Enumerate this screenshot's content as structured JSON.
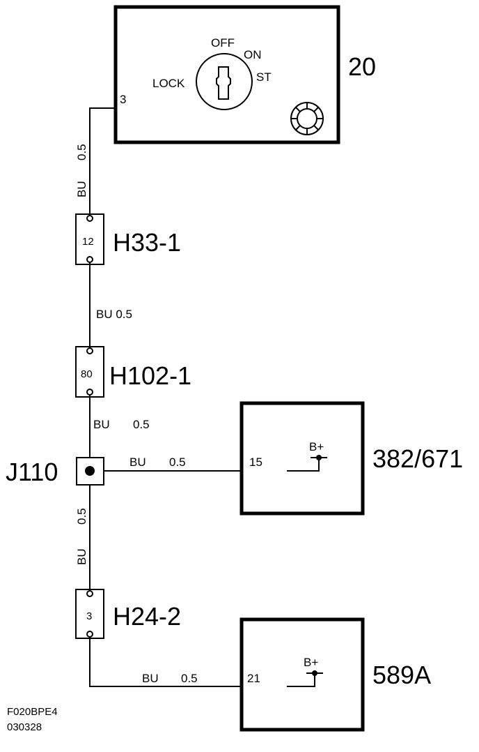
{
  "ignition_switch": {
    "id": "20",
    "pin": "3",
    "positions": {
      "off": "OFF",
      "on": "ON",
      "start": "ST",
      "lock": "LOCK"
    }
  },
  "connectors": {
    "h33": {
      "id": "H33-1",
      "pin": "12"
    },
    "h102": {
      "id": "H102-1",
      "pin": "80"
    },
    "h24": {
      "id": "H24-2",
      "pin": "3"
    }
  },
  "junction": {
    "id": "J110"
  },
  "wire_labels": {
    "w1_color": "BU",
    "w1_size": "0.5",
    "w2": "BU 0.5",
    "w3_color": "BU",
    "w3_size": "0.5",
    "w4_color": "BU",
    "w4_size": "0.5",
    "w5_color": "BU",
    "w5_size": "0.5",
    "w6_color": "BU",
    "w6_size": "0.5"
  },
  "modules": {
    "m382": {
      "id": "382/671",
      "pin": "15",
      "supply": "B+"
    },
    "m589": {
      "id": "589A",
      "pin": "21",
      "supply": "B+"
    }
  },
  "footer": {
    "code": "F020BPE4",
    "date": "030328"
  }
}
